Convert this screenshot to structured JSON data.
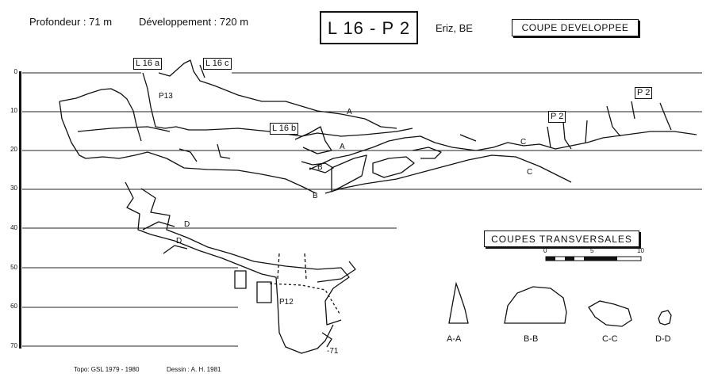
{
  "header": {
    "depth_text": "Profondeur :  71 m",
    "length_text": "Développement : 720 m",
    "cave_name": "L 16 - P 2",
    "location": "Eriz, BE",
    "section_type": "COUPE DEVELOPPEE"
  },
  "depth_scale": {
    "ticks": [
      "0",
      "10",
      "20",
      "30",
      "40",
      "50",
      "60",
      "70"
    ]
  },
  "entrances": {
    "l16a": "L 16 a",
    "l16c": "L 16 c",
    "l16b": "L 16 b",
    "p2_left": "P 2",
    "p2_right": "P 2"
  },
  "shaft_labels": {
    "p13": "P13",
    "p12": "P12",
    "bottom_depth": "-71"
  },
  "section_markers": {
    "a1": "A",
    "a2": "A",
    "b1": "B",
    "b2": "B",
    "c1": "C",
    "c2": "C",
    "d1": "D",
    "d2": "D"
  },
  "transverse": {
    "title": "COUPES TRANSVERSALES",
    "scale_ticks": [
      "0",
      "5",
      "10"
    ],
    "labels": [
      "A-A",
      "B-B",
      "C-C",
      "D-D"
    ]
  },
  "footer": {
    "topo": "Topo:  GSL  1979 - 1980",
    "dessin": "Dessin : A. H.  1981"
  }
}
